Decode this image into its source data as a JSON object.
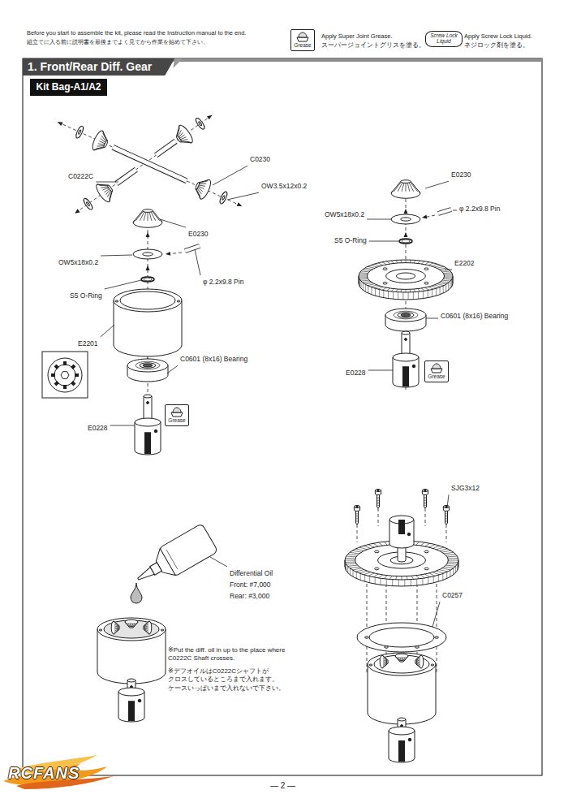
{
  "diagram": {
    "title": "1. Front/Rear Diff. Gear",
    "nodes": [
      {
        "text": [
          "Grease"
        ]
      },
      {
        "text": [
          "Screw Lock Liquid"
        ]
      },
      {
        "text": [
          "Kit Bag-A1/A2"
        ]
      },
      {
        "text": [
          "Grease"
        ]
      },
      {
        "text": [
          "Grease"
        ]
      }
    ],
    "labels": [
      "Before you start to assemble the kit, please read the Instruction manual to the end.",
      "組立てに入る前に説明書を最後までよく見てから作業を始めて下さい。",
      "Apply Super Joint Grease.",
      "スーパージョイントグリスを塗る。",
      "Apply Screw Lock Liquid.",
      "ネジロック剤を塗る。",
      "C0222C",
      "C0230",
      "OW3.5x12x0.2",
      "E0230",
      "OW5x18x0.2",
      "φ 2.2x9.8 Pin",
      "S5 O-Ring",
      "E2201",
      "C0601 (8x16) Bearing",
      "E0228",
      "E0230",
      "φ 2.2x9.8 Pin",
      "OW5x18x0.2",
      "S5 O-Ring",
      "E2202",
      "C0601 (8x16) Bearing",
      "E0228",
      "SJG3x12",
      "C0257",
      "Differential Oil",
      "Front: #7,000",
      "Rear: #3,000",
      "※Put the diff. oil in up to the place where C0222C Shaft crosses.",
      "※デフオイルはC0222Cシャフトが クロスしているところまで入れます。 ケースいっぱいまで入れないで下さい。",
      "— 2 —",
      "RCFANS"
    ]
  }
}
